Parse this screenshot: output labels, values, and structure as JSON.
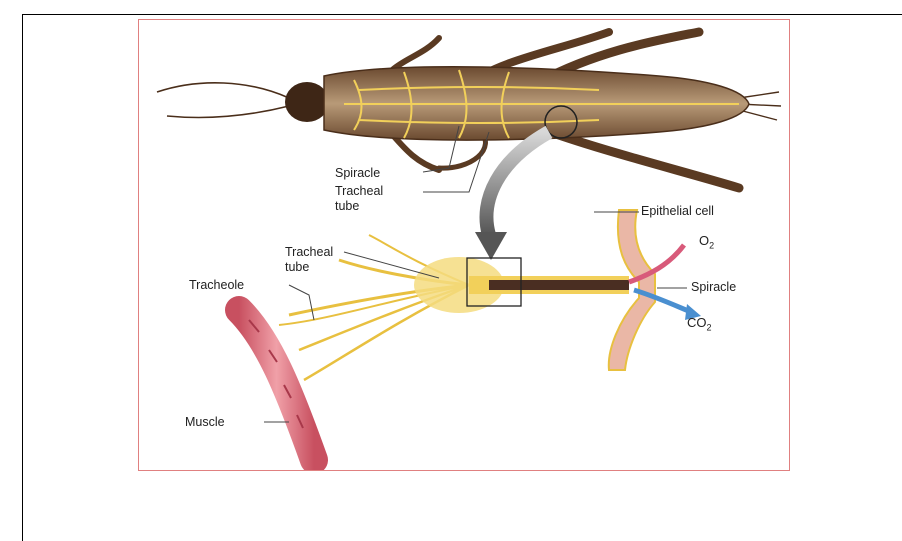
{
  "labels": {
    "spiracle_top": "Spiracle",
    "tracheal_tube_top_1": "Tracheal",
    "tracheal_tube_top_2": "tube",
    "epithelial_cell": "Epithelial cell",
    "tracheal_tube_mid_1": "Tracheal",
    "tracheal_tube_mid_2": "tube",
    "tracheole": "Tracheole",
    "o2": "O",
    "o2_sub": "2",
    "spiracle_right": "Spiracle",
    "co2": "CO",
    "co2_sub": "2",
    "muscle": "Muscle"
  },
  "colors": {
    "frame_border": "#e08080",
    "cricket_body": "#5a3a22",
    "trachea": "#f2d05a",
    "epithelium": "#e6b0a0",
    "muscle": "#d9707a",
    "o2_arrow": "#d85a7a",
    "co2_arrow": "#4a8fd0"
  }
}
